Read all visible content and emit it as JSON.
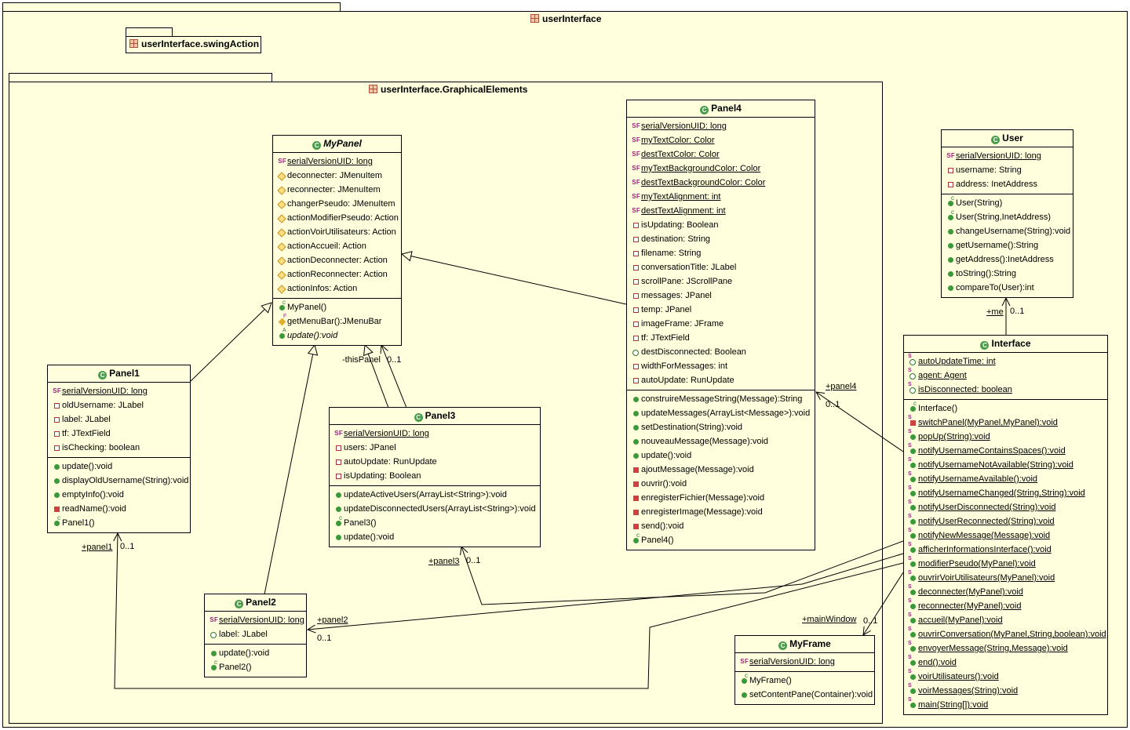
{
  "packages": {
    "root": "userInterface",
    "swing_action": "userInterface.swingAction",
    "graphical": "userInterface.GraphicalElements"
  },
  "classes": {
    "mypanel": {
      "name": "MyPanel",
      "attrs": [
        {
          "mark": "sf",
          "text": "serialVersionUID: long",
          "u": true
        },
        {
          "mark": "prot",
          "text": "deconnecter: JMenuItem"
        },
        {
          "mark": "prot",
          "text": "reconnecter: JMenuItem"
        },
        {
          "mark": "prot",
          "text": "changerPseudo: JMenuItem"
        },
        {
          "mark": "prot",
          "text": "actionModifierPseudo: Action"
        },
        {
          "mark": "prot",
          "text": "actionVoirUtilisateurs: Action"
        },
        {
          "mark": "prot",
          "text": "actionAccueil: Action"
        },
        {
          "mark": "prot",
          "text": "actionDeconnecter: Action"
        },
        {
          "mark": "prot",
          "text": "actionReconnecter: Action"
        },
        {
          "mark": "prot",
          "text": "actionInfos: Action"
        }
      ],
      "ops": [
        {
          "mark": "c",
          "text": "MyPanel()"
        },
        {
          "mark": "f",
          "text": "getMenuBar():JMenuBar"
        },
        {
          "mark": "a",
          "text": "update():void",
          "i": true
        }
      ]
    },
    "panel1": {
      "name": "Panel1",
      "attrs": [
        {
          "mark": "sf",
          "text": "serialVersionUID: long",
          "u": true
        },
        {
          "mark": "priv",
          "text": "oldUsername: JLabel"
        },
        {
          "mark": "priv",
          "text": "label: JLabel"
        },
        {
          "mark": "priv",
          "text": "tf: JTextField"
        },
        {
          "mark": "priv",
          "text": "isChecking: boolean"
        }
      ],
      "ops": [
        {
          "mark": "pubm",
          "text": "update():void"
        },
        {
          "mark": "pubm",
          "text": "displayOldUsername(String):void"
        },
        {
          "mark": "pubm",
          "text": "emptyInfo():void"
        },
        {
          "mark": "privm",
          "text": "readName():void"
        },
        {
          "mark": "c",
          "text": "Panel1()"
        }
      ]
    },
    "panel2": {
      "name": "Panel2",
      "attrs": [
        {
          "mark": "sf",
          "text": "serialVersionUID: long",
          "u": true
        },
        {
          "mark": "pub",
          "text": "label: JLabel"
        }
      ],
      "ops": [
        {
          "mark": "pubm",
          "text": "update():void"
        },
        {
          "mark": "c",
          "text": "Panel2()"
        }
      ]
    },
    "panel3": {
      "name": "Panel3",
      "attrs": [
        {
          "mark": "sf",
          "text": "serialVersionUID: long",
          "u": true
        },
        {
          "mark": "priv",
          "text": "users: JPanel"
        },
        {
          "mark": "priv",
          "text": "autoUpdate: RunUpdate"
        },
        {
          "mark": "priv",
          "text": "isUpdating: Boolean"
        }
      ],
      "ops": [
        {
          "mark": "pubm",
          "text": "updateActiveUsers(ArrayList<String>):void"
        },
        {
          "mark": "pubm",
          "text": "updateDisconnectedUsers(ArrayList<String>):void"
        },
        {
          "mark": "c",
          "text": "Panel3()"
        },
        {
          "mark": "pubm",
          "text": "update():void"
        }
      ]
    },
    "panel4": {
      "name": "Panel4",
      "attrs": [
        {
          "mark": "sf",
          "text": "serialVersionUID: long",
          "u": true
        },
        {
          "mark": "sf",
          "text": "myTextColor: Color",
          "u": true
        },
        {
          "mark": "sf",
          "text": "destTextColor: Color",
          "u": true
        },
        {
          "mark": "sf",
          "text": "myTextBackgroundColor: Color",
          "u": true
        },
        {
          "mark": "sf",
          "text": "destTextBackgroundColor: Color",
          "u": true
        },
        {
          "mark": "sf",
          "text": "myTextAlignment: int",
          "u": true
        },
        {
          "mark": "sf",
          "text": "destTextAlignment: int",
          "u": true
        },
        {
          "mark": "priv",
          "text": "isUpdating: Boolean"
        },
        {
          "mark": "priv",
          "text": "destination: String"
        },
        {
          "mark": "priv",
          "text": "filename: String"
        },
        {
          "mark": "priv",
          "text": "conversationTitle: JLabel"
        },
        {
          "mark": "priv",
          "text": "scrollPane: JScrollPane"
        },
        {
          "mark": "priv",
          "text": "messages: JPanel"
        },
        {
          "mark": "priv",
          "text": "temp: JPanel"
        },
        {
          "mark": "priv",
          "text": "imageFrame: JFrame"
        },
        {
          "mark": "priv",
          "text": "tf: JTextField"
        },
        {
          "mark": "pub",
          "text": "destDisconnected: Boolean"
        },
        {
          "mark": "priv",
          "text": "widthForMessages: int"
        },
        {
          "mark": "priv",
          "text": "autoUpdate: RunUpdate"
        }
      ],
      "ops": [
        {
          "mark": "pubm",
          "text": "construireMessageString(Message):String"
        },
        {
          "mark": "pubm",
          "text": "updateMessages(ArrayList<Message>):void"
        },
        {
          "mark": "pubm",
          "text": "setDestination(String):void"
        },
        {
          "mark": "pubm",
          "text": "nouveauMessage(Message):void"
        },
        {
          "mark": "pubm",
          "text": "update():void"
        },
        {
          "mark": "privm",
          "text": "ajoutMessage(Message):void"
        },
        {
          "mark": "privm",
          "text": "ouvrir():void"
        },
        {
          "mark": "privm",
          "text": "enregisterFichier(Message):void"
        },
        {
          "mark": "privm",
          "text": "enregisterImage(Message):void"
        },
        {
          "mark": "privm",
          "text": "send():void"
        },
        {
          "mark": "c",
          "text": "Panel4()"
        }
      ]
    },
    "user": {
      "name": "User",
      "attrs": [
        {
          "mark": "sf",
          "text": "serialVersionUID: long",
          "u": true
        },
        {
          "mark": "priv",
          "text": "username: String"
        },
        {
          "mark": "priv",
          "text": "address: InetAddress"
        }
      ],
      "ops": [
        {
          "mark": "c",
          "text": "User(String)"
        },
        {
          "mark": "c",
          "text": "User(String,InetAddress)"
        },
        {
          "mark": "pubm",
          "text": "changeUsername(String):void"
        },
        {
          "mark": "pubm",
          "text": "getUsername():String"
        },
        {
          "mark": "pubm",
          "text": "getAddress():InetAddress"
        },
        {
          "mark": "pubm",
          "text": "toString():String"
        },
        {
          "mark": "pubm",
          "text": "compareTo(User):int"
        }
      ]
    },
    "interface": {
      "name": "Interface",
      "attrs": [
        {
          "mark": "sa",
          "text": "autoUpdateTime: int",
          "u": true
        },
        {
          "mark": "sa",
          "text": "agent: Agent",
          "u": true
        },
        {
          "mark": "sa",
          "text": "isDisconnected: boolean",
          "u": true
        }
      ],
      "ops": [
        {
          "mark": "c",
          "text": "Interface()"
        },
        {
          "mark": "spm",
          "text": "switchPanel(MyPanel,MyPanel):void",
          "u": true
        },
        {
          "mark": "sm",
          "text": "popUp(String):void",
          "u": true
        },
        {
          "mark": "sm",
          "text": "notifyUsernameContainsSpaces():void",
          "u": true
        },
        {
          "mark": "sm",
          "text": "notifyUsernameNotAvailable(String):void",
          "u": true
        },
        {
          "mark": "sm",
          "text": "notifyUsernameAvailable():void",
          "u": true
        },
        {
          "mark": "sm",
          "text": "notifyUsernameChanged(String,String):void",
          "u": true
        },
        {
          "mark": "sm",
          "text": "notifyUserDisconnected(String):void",
          "u": true
        },
        {
          "mark": "sm",
          "text": "notifyUserReconnected(String):void",
          "u": true
        },
        {
          "mark": "sm",
          "text": "notifyNewMessage(Message):void",
          "u": true
        },
        {
          "mark": "sm",
          "text": "afficherInformationsInterface():void",
          "u": true
        },
        {
          "mark": "sm",
          "text": "modifierPseudo(MyPanel):void",
          "u": true
        },
        {
          "mark": "sm",
          "text": "ouvrirVoirUtilisateurs(MyPanel):void",
          "u": true
        },
        {
          "mark": "sm",
          "text": "deconnecter(MyPanel):void",
          "u": true
        },
        {
          "mark": "sm",
          "text": "reconnecter(MyPanel):void",
          "u": true
        },
        {
          "mark": "sm",
          "text": "accueil(MyPanel):void",
          "u": true
        },
        {
          "mark": "sm",
          "text": "ouvrirConversation(MyPanel,String,boolean):void",
          "u": true
        },
        {
          "mark": "sm",
          "text": "envoyerMessage(String,Message):void",
          "u": true
        },
        {
          "mark": "sm",
          "text": "end():void",
          "u": true
        },
        {
          "mark": "sm",
          "text": "voirUtilisateurs():void",
          "u": true
        },
        {
          "mark": "sm",
          "text": "voirMessages(String):void",
          "u": true
        },
        {
          "mark": "sm",
          "text": "main(String[]):void",
          "u": true
        }
      ]
    },
    "myframe": {
      "name": "MyFrame",
      "attrs": [
        {
          "mark": "sf",
          "text": "serialVersionUID: long",
          "u": true
        }
      ],
      "ops": [
        {
          "mark": "c",
          "text": "MyFrame()"
        },
        {
          "mark": "pubm",
          "text": "setContentPane(Container):void"
        }
      ]
    }
  },
  "labels": {
    "this_panel": "-thisPanel",
    "this_panel_mult": "0..1",
    "panel4_role": "+panel4",
    "panel4_mult": "0..1",
    "panel3_role": "+panel3",
    "panel3_mult": "0..1",
    "panel2_role": "+panel2",
    "panel2_mult": "0..1",
    "panel1_role": "+panel1",
    "panel1_mult": "0..1",
    "me_role": "+me",
    "me_mult": "0..1",
    "mainwindow_role": "+mainWindow",
    "mainwindow_mult": "0..1"
  }
}
